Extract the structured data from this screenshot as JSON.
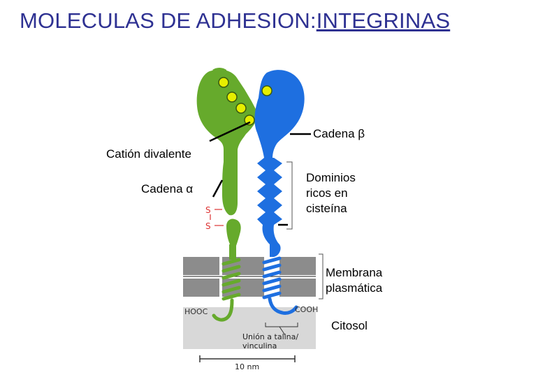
{
  "title": {
    "prefix": "MOLECULAS DE ADHESION:",
    "underlined": "INTEGRINAS"
  },
  "labels": {
    "beta_chain": "Cadena β",
    "divalent_cation": "Catión divalente",
    "alpha_chain": "Cadena α",
    "cysteine_domains": [
      "Dominios",
      "ricos en",
      "cisteína"
    ],
    "membrane": [
      "Membrana",
      "plasmática"
    ],
    "cytosol": "Citosol"
  },
  "diagram_text": {
    "hooc": "HOOC",
    "cooh": "COOH",
    "disulfide_s1": "S",
    "disulfide_s2": "S",
    "talin": [
      "Unión a talina/",
      "vinculina"
    ],
    "scale": "10 nm"
  },
  "colors": {
    "title": "#2e3192",
    "alpha_chain": "#66aa2c",
    "beta_chain": "#1e6fe0",
    "cation": "#e6ee00",
    "membrane": "#8c8c8c",
    "cytosol": "#d8d8d8"
  }
}
